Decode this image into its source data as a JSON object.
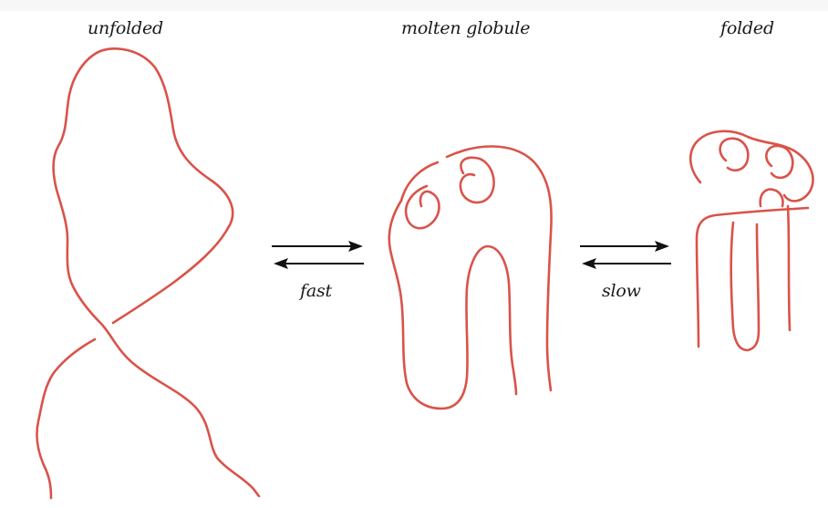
{
  "labels": {
    "unfolded": "unfolded",
    "molten_globule": "molten globule",
    "folded": "folded",
    "fast": "fast",
    "slow": "slow"
  },
  "colors": {
    "strand": "#d9534a",
    "arrow": "#111111",
    "text": "#1a1a1a"
  }
}
